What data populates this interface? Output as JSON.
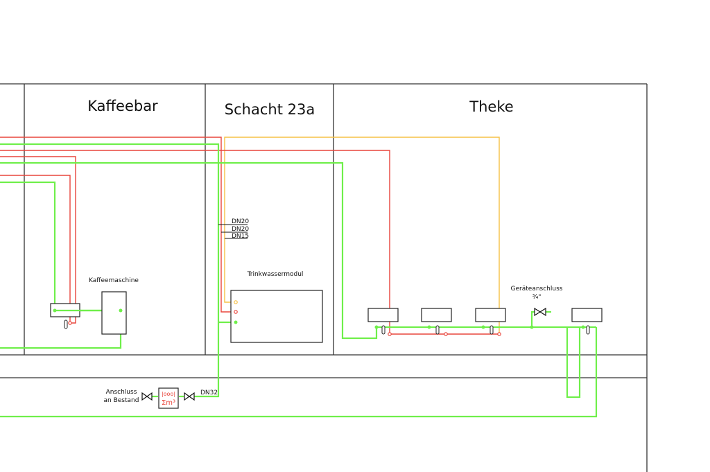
{
  "rooms": [
    {
      "name": "Kaffeebar"
    },
    {
      "name": "Schacht 23a"
    },
    {
      "name": "Theke"
    }
  ],
  "labels": {
    "kaffeemaschine": "Kaffeemaschine",
    "trinkwassermodul": "Trinkwassermodul",
    "geraeteanschluss": "Geräteanschluss",
    "geraeteanschluss_size": "¾\"",
    "anschluss_line1": "Anschluss",
    "anschluss_line2": "an Bestand",
    "dn32": "DN32",
    "meter_top": "|ooo|",
    "meter_bottom": "Σm³"
  },
  "pipe_sizes": [
    "DN20",
    "DN20",
    "DN15"
  ],
  "colors": {
    "cold_water": "#6fef4a",
    "hot_water": "#e8453c",
    "circulation": "#f5c045",
    "walls": "#333333"
  }
}
